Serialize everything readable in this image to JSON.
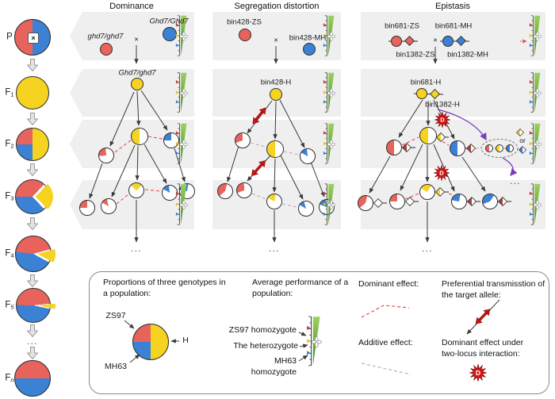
{
  "cross": "×",
  "ellipsis": "...",
  "d_badge": "D",
  "column_titles": {
    "dominance": "Dominance",
    "segregation": "Segregation distortion",
    "epistasis": "Epistasis"
  },
  "generations": [
    {
      "label": "P",
      "sub": ""
    },
    {
      "label": "F",
      "sub": "1"
    },
    {
      "label": "F",
      "sub": "2"
    },
    {
      "label": "F",
      "sub": "3"
    },
    {
      "label": "F",
      "sub": "4"
    },
    {
      "label": "F",
      "sub": "5"
    },
    {
      "label": "F",
      "sub": "n"
    }
  ],
  "dominance": {
    "p_left": "ghd7/ghd7",
    "p_right": "Ghd7/Ghd7",
    "f1": "Ghd7/ghd7"
  },
  "segregation": {
    "p_left": "bin428-ZS",
    "p_right": "bin428-MH",
    "f1": "bin428-H"
  },
  "epistasis": {
    "p_left_top": "bin681-ZS",
    "p_left_bottom": "bin1382-ZS",
    "p_right_top": "bin681-MH",
    "p_right_bottom": "bin1382-MH",
    "f1_top": "bin681-H",
    "f1_bottom": "bin1382-H",
    "or_label": "or"
  },
  "legend": {
    "proportions_title": "Proportions of three genotypes in a population:",
    "zs97": "ZS97",
    "mh63": "MH63",
    "h": "H",
    "average_title": "Average performance of a population:",
    "zs97_homozygote": "ZS97 homozygote",
    "heterozygote": "The heterozygote",
    "mh63_homozygote": "MH63 homozygote",
    "dominant_effect": "Dominant effect:",
    "additive_effect": "Additive effect:",
    "preferential": "Preferential transmisstion of the target allele:",
    "dominant_two_locus": "Dominant effect under two-locus interaction:"
  },
  "colors": {
    "zs97_red": "#e8635c",
    "mh63_blue": "#3b82d4",
    "heterozygote_yellow": "#f6d320",
    "dark_red_allele": "#a94438",
    "gauge_green_top": "#9ed060",
    "gauge_green_bottom": "#3f8c20",
    "purple_arrow": "#7a3db8",
    "dominant_dash_red": "#e34f4f",
    "additive_dash_gray": "#b5b5b5",
    "band_gray": "#efefef"
  },
  "pies": {
    "gen_p": {
      "from": 0,
      "segments": [
        [
          "#3b82d4",
          0,
          50
        ],
        [
          "#e8635c",
          50,
          100
        ]
      ]
    },
    "gen_f1": {
      "from": 0,
      "segments": [
        [
          "#f6d320",
          0,
          100
        ]
      ]
    },
    "gen_f2": {
      "from": 0,
      "segments": [
        [
          "#f6d320",
          0,
          50
        ],
        [
          "#3b82d4",
          50,
          75
        ],
        [
          "#e8635c",
          75,
          100
        ]
      ]
    },
    "gen_f3_base": {
      "from": 43,
      "segments": [
        [
          "#ffffff",
          0,
          26
        ],
        [
          "#3b82d4",
          26,
          63
        ],
        [
          "#e8635c",
          63,
          100
        ]
      ]
    },
    "gen_f3_wedge": {
      "from": 43,
      "segments": [
        [
          "#f6d320",
          0,
          26
        ],
        [
          "transparent",
          26,
          100
        ]
      ]
    },
    "gen_f4_base": {
      "from": 75,
      "segments": [
        [
          "#ffffff",
          0,
          12
        ],
        [
          "#3b82d4",
          12,
          56
        ],
        [
          "#e8635c",
          56,
          100
        ]
      ]
    },
    "gen_f4_wedge": {
      "from": 75,
      "segments": [
        [
          "#f6d320",
          0,
          12
        ],
        [
          "transparent",
          12,
          100
        ]
      ]
    },
    "gen_f5_base": {
      "from": 84,
      "segments": [
        [
          "#ffffff",
          0,
          5
        ],
        [
          "#3b82d4",
          5,
          52
        ],
        [
          "#e8635c",
          52,
          100
        ]
      ]
    },
    "gen_f5_wedge": {
      "from": 84,
      "segments": [
        [
          "#f6d320",
          0,
          5
        ],
        [
          "transparent",
          5,
          100
        ]
      ]
    },
    "gen_fn": {
      "from": 90,
      "segments": [
        [
          "#3b82d4",
          0,
          50
        ],
        [
          "#e8635c",
          50,
          100
        ]
      ]
    },
    "parent_red": {
      "from": 0,
      "segments": [
        [
          "#e8635c",
          0,
          100
        ]
      ]
    },
    "parent_blue": {
      "from": 0,
      "segments": [
        [
          "#3b82d4",
          0,
          100
        ]
      ]
    },
    "parent_yellow": {
      "from": 0,
      "segments": [
        [
          "#f6d320",
          0,
          100
        ]
      ]
    },
    "dom_f2_1": {
      "from": 265,
      "segments": [
        [
          "#e8635c",
          0,
          25
        ],
        [
          "#ffffff",
          25,
          100
        ]
      ]
    },
    "dom_f2_2": {
      "from": 180,
      "segments": [
        [
          "#f6d320",
          0,
          50
        ],
        [
          "#ffffff",
          50,
          100
        ]
      ]
    },
    "dom_f2_3": {
      "from": 270,
      "segments": [
        [
          "#3b82d4",
          0,
          25
        ],
        [
          "#ffffff",
          25,
          100
        ]
      ]
    },
    "dom_f3_1": {
      "from": 270,
      "segments": [
        [
          "#e8635c",
          0,
          25
        ],
        [
          "#ffffff",
          25,
          100
        ]
      ]
    },
    "dom_f3_2": {
      "from": 300,
      "segments": [
        [
          "#e8635c",
          0,
          13
        ],
        [
          "#ffffff",
          13,
          100
        ]
      ]
    },
    "dom_f3_3": {
      "from": 315,
      "segments": [
        [
          "#f6d320",
          0,
          25
        ],
        [
          "#ffffff",
          25,
          100
        ]
      ]
    },
    "dom_f3_4": {
      "from": 300,
      "segments": [
        [
          "#3b82d4",
          0,
          15
        ],
        [
          "#ffffff",
          15,
          100
        ]
      ]
    },
    "dom_f3_5": {
      "from": 280,
      "segments": [
        [
          "#3b82d4",
          0,
          25
        ],
        [
          "#ffffff",
          25,
          100
        ]
      ]
    },
    "seg_f2_1": {
      "from": 250,
      "segments": [
        [
          "#e8635c",
          0,
          30
        ],
        [
          "#ffffff",
          30,
          100
        ]
      ]
    },
    "seg_f2_2": {
      "from": 180,
      "segments": [
        [
          "#f6d320",
          0,
          50
        ],
        [
          "#ffffff",
          50,
          100
        ]
      ]
    },
    "seg_f2_3": {
      "from": 300,
      "segments": [
        [
          "#3b82d4",
          0,
          15
        ],
        [
          "#ffffff",
          15,
          100
        ]
      ]
    },
    "seg_f3_1": {
      "from": 230,
      "segments": [
        [
          "#e8635c",
          0,
          40
        ],
        [
          "#ffffff",
          40,
          100
        ]
      ]
    },
    "seg_f3_2": {
      "from": 250,
      "segments": [
        [
          "#e8635c",
          0,
          30
        ],
        [
          "#ffffff",
          30,
          100
        ]
      ]
    },
    "seg_f3_3": {
      "from": 300,
      "segments": [
        [
          "#f6d320",
          0,
          20
        ],
        [
          "#ffffff",
          20,
          100
        ]
      ]
    },
    "seg_f3_4": {
      "from": 300,
      "segments": [
        [
          "#3b82d4",
          0,
          12
        ],
        [
          "#ffffff",
          12,
          100
        ]
      ]
    },
    "seg_f3_5": {
      "from": 290,
      "segments": [
        [
          "#3b82d4",
          0,
          18
        ],
        [
          "#ffffff",
          18,
          100
        ]
      ]
    },
    "epi_f2_1": {
      "from": 180,
      "segments": [
        [
          "#e8635c",
          0,
          50
        ],
        [
          "#ffffff",
          50,
          100
        ]
      ]
    },
    "epi_f2_2": {
      "from": 180,
      "segments": [
        [
          "#f6d320",
          0,
          50
        ],
        [
          "#ffffff",
          50,
          100
        ]
      ]
    },
    "epi_f2_3": {
      "from": 180,
      "segments": [
        [
          "#3b82d4",
          0,
          50
        ],
        [
          "#ffffff",
          50,
          100
        ]
      ]
    },
    "epi_mini_red": {
      "from": 180,
      "segments": [
        [
          "#e8635c",
          0,
          50
        ],
        [
          "#ffffff",
          50,
          100
        ]
      ]
    },
    "epi_mini_yellow": {
      "from": 180,
      "segments": [
        [
          "#f6d320",
          0,
          50
        ],
        [
          "#ffffff",
          50,
          100
        ]
      ]
    },
    "epi_mini_blue": {
      "from": 180,
      "segments": [
        [
          "#3b82d4",
          0,
          50
        ],
        [
          "#ffffff",
          50,
          100
        ]
      ]
    },
    "epi_f3_1": {
      "from": 230,
      "segments": [
        [
          "#e8635c",
          0,
          40
        ],
        [
          "#ffffff",
          40,
          100
        ]
      ]
    },
    "epi_f3_2": {
      "from": 270,
      "segments": [
        [
          "#e8635c",
          0,
          25
        ],
        [
          "#ffffff",
          25,
          100
        ]
      ]
    },
    "epi_f3_3": {
      "from": 300,
      "segments": [
        [
          "#f6d320",
          0,
          25
        ],
        [
          "#ffffff",
          25,
          100
        ]
      ]
    },
    "epi_f3_4": {
      "from": 280,
      "segments": [
        [
          "#3b82d4",
          0,
          25
        ],
        [
          "#ffffff",
          25,
          100
        ]
      ]
    },
    "epi_f3_5": {
      "from": 250,
      "segments": [
        [
          "#3b82d4",
          0,
          40
        ],
        [
          "#ffffff",
          40,
          100
        ]
      ]
    },
    "legend_pie": {
      "from": 0,
      "segments": [
        [
          "#f6d320",
          0,
          50
        ],
        [
          "#3b82d4",
          50,
          75
        ],
        [
          "#e8635c",
          75,
          100
        ]
      ]
    }
  }
}
